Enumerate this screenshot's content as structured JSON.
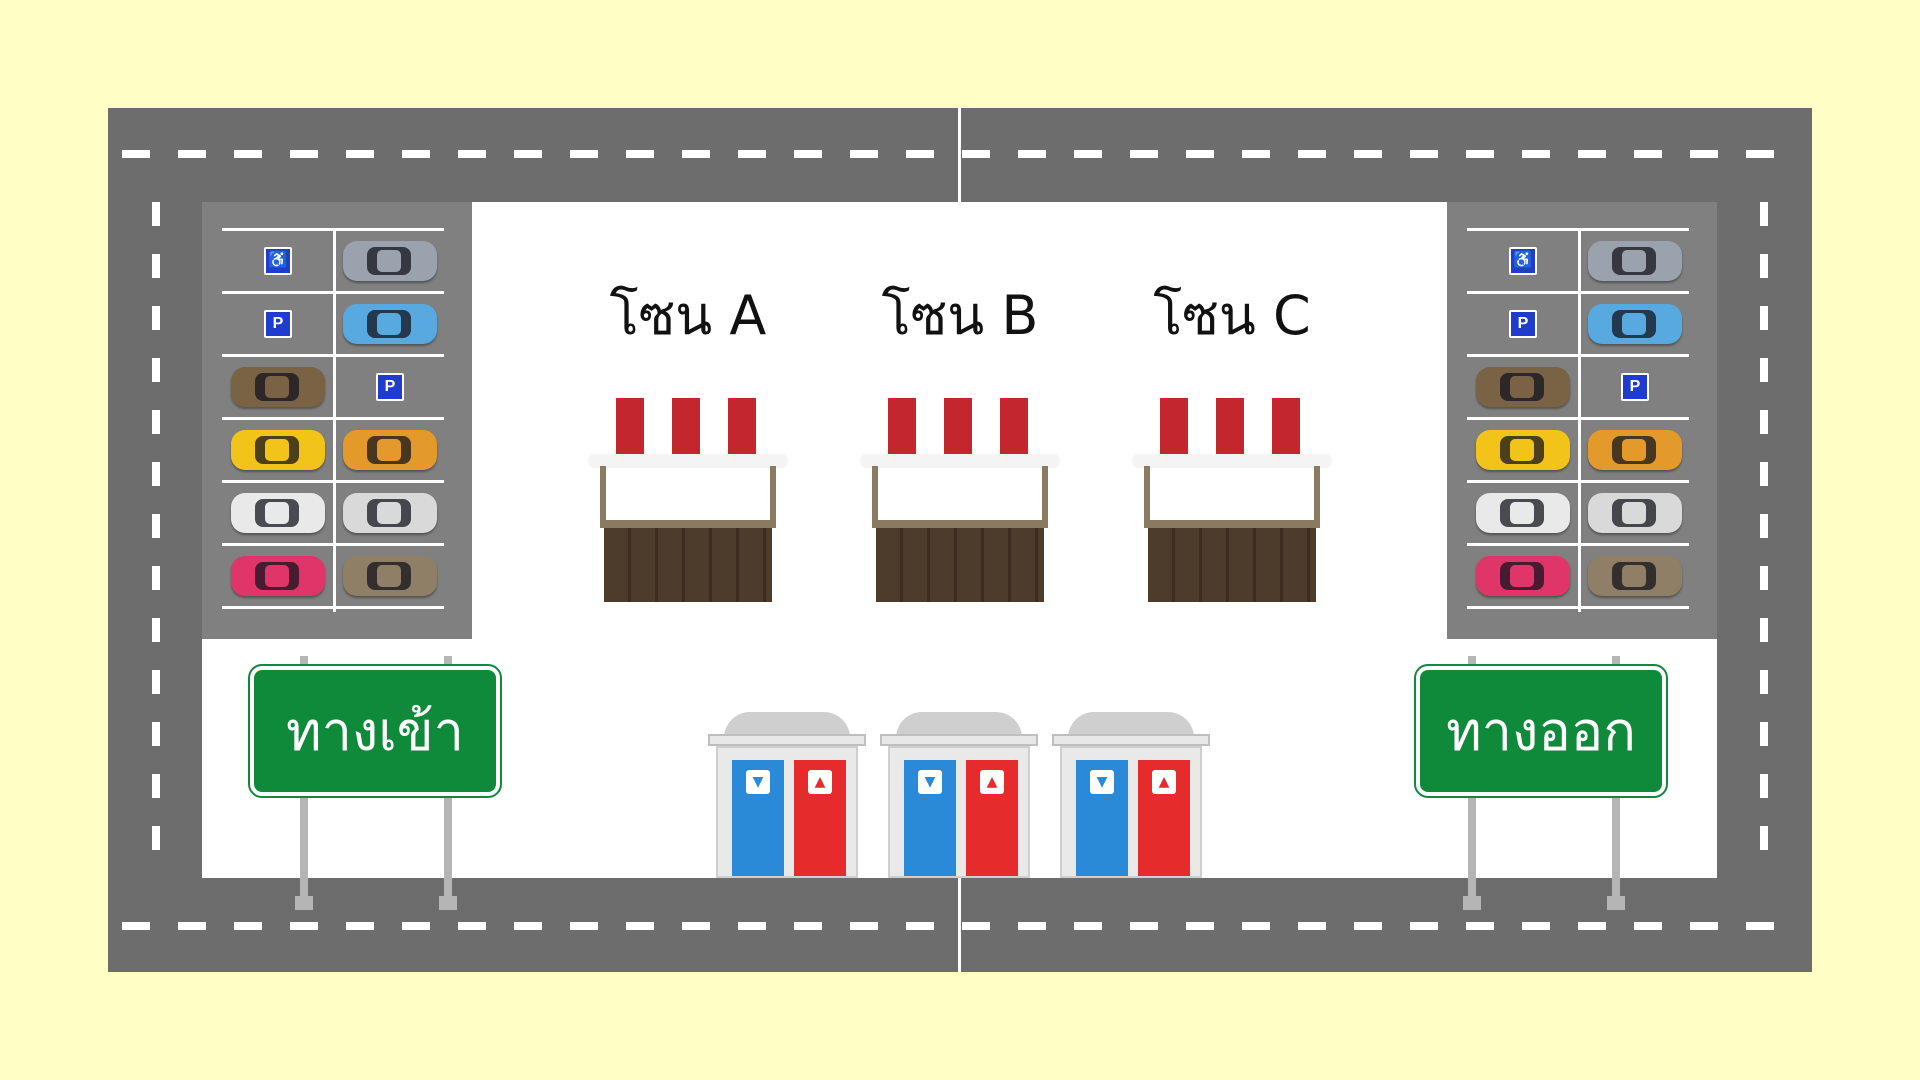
{
  "zones": [
    {
      "label": "โซน A"
    },
    {
      "label": "โซน B"
    },
    {
      "label": "โซน C"
    }
  ],
  "signs": {
    "entrance": "ทางเข้า",
    "exit": "ทางออก"
  },
  "parking": {
    "accessible_badge": "♿",
    "parking_badge": "P",
    "slots_left": [
      {
        "kind": "accessible"
      },
      {
        "kind": "car",
        "color": "#9aa3ad"
      },
      {
        "kind": "parking"
      },
      {
        "kind": "car",
        "color": "#57a9e0"
      },
      {
        "kind": "car",
        "color": "#7a6344"
      },
      {
        "kind": "parking"
      },
      {
        "kind": "car",
        "color": "#f2c319"
      },
      {
        "kind": "car",
        "color": "#e39a2b"
      },
      {
        "kind": "car",
        "color": "#e9e9e9"
      },
      {
        "kind": "car",
        "color": "#d9d9d9"
      },
      {
        "kind": "car",
        "color": "#e03568"
      },
      {
        "kind": "car",
        "color": "#8f7f66"
      }
    ]
  },
  "colors": {
    "background": "#ffffc5",
    "road": "#6d6d6d",
    "sign_green": "#0f8a3b",
    "awning_red": "#c4262e",
    "restroom_male": "#2a8ad8",
    "restroom_female": "#e52b2b"
  },
  "icons": {
    "male": "▼",
    "female": "▲"
  }
}
